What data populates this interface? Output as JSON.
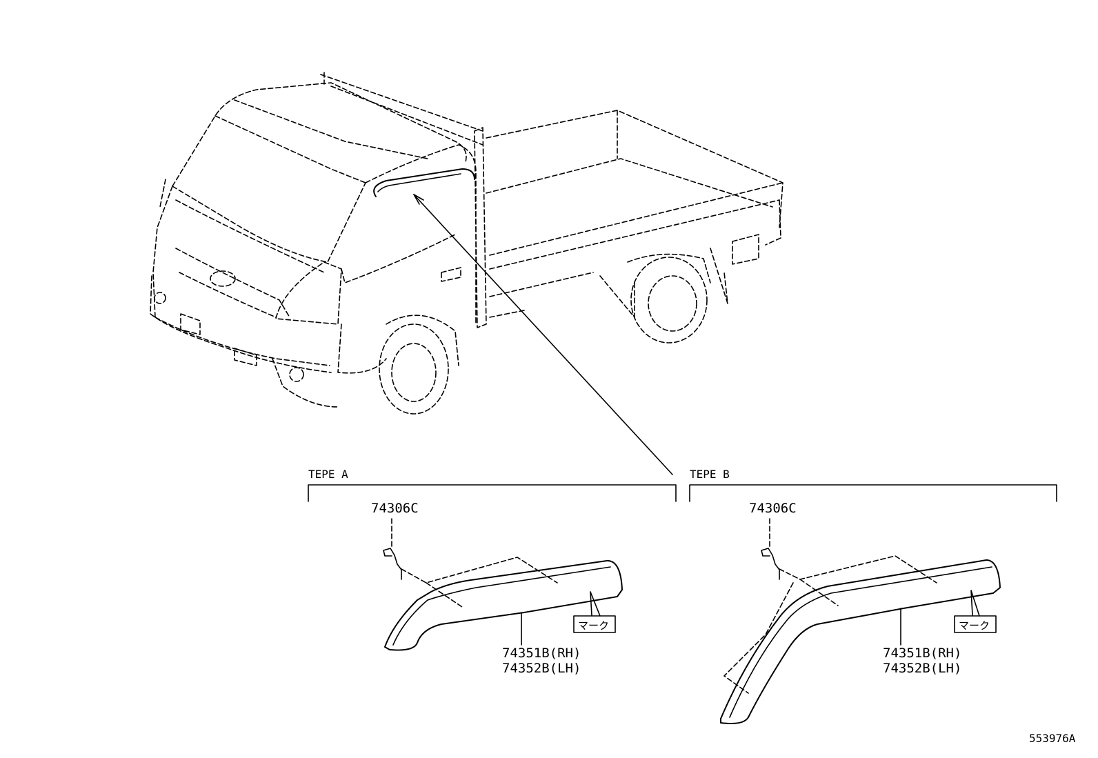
{
  "diagram_id": "553976A",
  "panels": [
    {
      "title": "TEPE A",
      "clip_part": "74306C",
      "visor_part_rh": "74351B(RH)",
      "visor_part_lh": "74352B(LH)",
      "mark_label": "マーク"
    },
    {
      "title": "TEPE B",
      "clip_part": "74306C",
      "visor_part_rh": "74351B(RH)",
      "visor_part_lh": "74352B(LH)",
      "mark_label": "マーク"
    }
  ]
}
